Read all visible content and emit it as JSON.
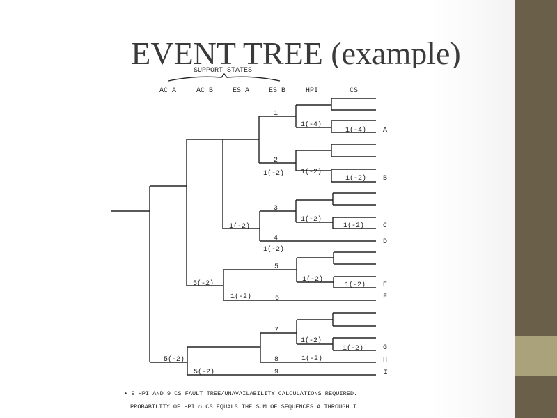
{
  "title": "EVENT TREE (example)",
  "header": {
    "group_label": "SUPPORT STATES",
    "columns": [
      "AC A",
      "AC B",
      "ES A",
      "ES B",
      "HPI",
      "CS"
    ]
  },
  "branch_labels": {
    "seq1": "1",
    "seq2": "2",
    "seq3": "3",
    "seq4": "4",
    "seq5": "5",
    "seq6": "6",
    "seq7": "7",
    "seq8": "8",
    "seq9": "9",
    "hpi_a": "1(-4)",
    "cs_a": "1(-4)",
    "esb_2": "1(-2)",
    "hpi_b": "1(-2)",
    "cs_b": "1(-2)",
    "esa_3": "1(-2)",
    "hpi_c": "1(-2)",
    "cs_c": "1(-2)",
    "esb_4": "1(-2)",
    "acb_5": "5(-2)",
    "hpi_e": "1(-2)",
    "cs_e": "1(-2)",
    "esa_6": "1(-2)",
    "aca_7": "5(-2)",
    "hpi_g": "1(-2)",
    "cs_g": "1(-2)",
    "hpi_h": "1(-2)",
    "acb_9": "5(-2)"
  },
  "outcomes": [
    "A",
    "B",
    "C",
    "D",
    "E",
    "F",
    "G",
    "H",
    "I"
  ],
  "notes": [
    "• 9 HPI AND 9 CS FAULT TREE/UNAVAILABILITY CALCULATIONS REQUIRED.",
    "PROBABILITY OF HPI ∩ CS EQUALS THE SUM OF SEQUENCES A THROUGH I"
  ],
  "colors": {
    "sidebar_dark": "#6a6049",
    "sidebar_light": "#a9a27b"
  }
}
